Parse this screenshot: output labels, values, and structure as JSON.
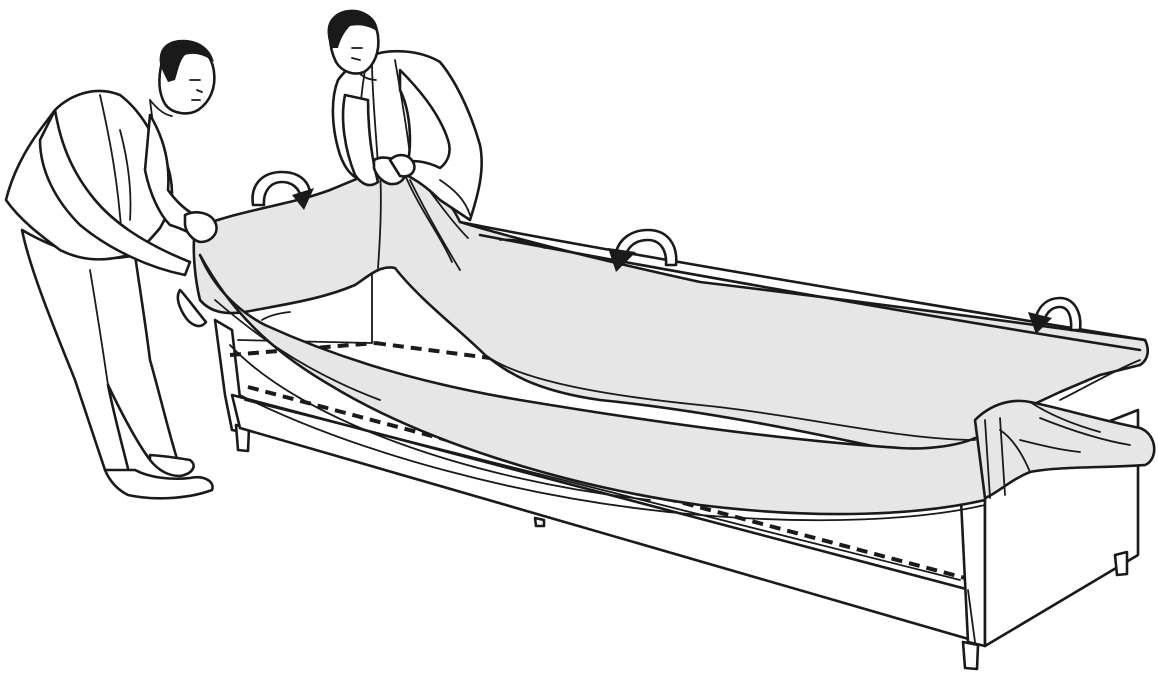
{
  "colors": {
    "ink": "#1a1a1a",
    "cover_fill": "#e6e6e6",
    "background": "#ffffff"
  },
  "figures": {
    "person_left": "person-left",
    "person_center": "person-center"
  },
  "arrows": [
    "curved-arrow-left",
    "curved-arrow-middle",
    "curved-arrow-right"
  ]
}
